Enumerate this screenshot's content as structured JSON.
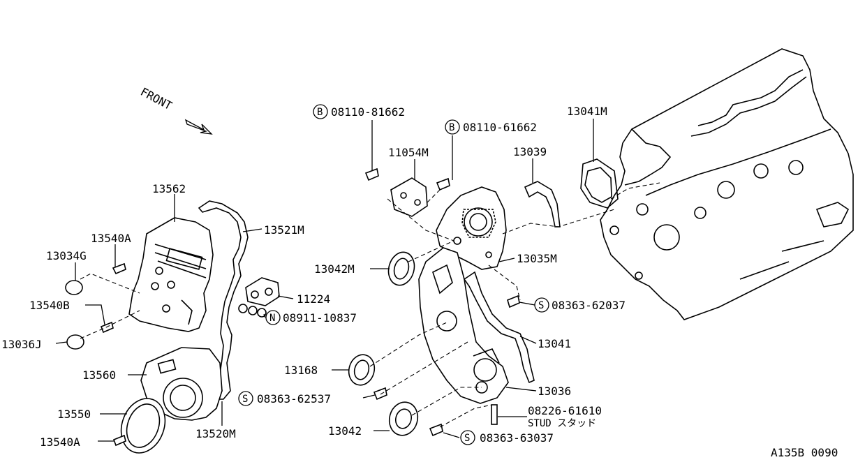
{
  "front_label": "FRONT",
  "diagram_code": "A135B 0090",
  "parts": {
    "p13562": "13562",
    "p13521M": "13521M",
    "p13540A_top": "13540A",
    "p13034G": "13034G",
    "p13540B": "13540B",
    "p13036J": "13036J",
    "p13560": "13560",
    "p13550": "13550",
    "p13540A_bot": "13540A",
    "p13520M": "13520M",
    "p11224": "11224",
    "p08911": "08911-10837",
    "p08110a": "08110-81662",
    "p08110b": "08110-61662",
    "p11054M": "11054M",
    "p13039": "13039",
    "p13041M": "13041M",
    "p13042M": "13042M",
    "p13035M": "13035M",
    "p08363a": "08363-62037",
    "p13041": "13041",
    "p13168": "13168",
    "p13036": "13036",
    "p08363b": "08363-62537",
    "p08226": "08226-61610",
    "p_stud": "STUD スタッド",
    "p13042": "13042",
    "p08363c": "08363-63037"
  },
  "prefixes": {
    "bolt_b": "B",
    "nut_n": "N",
    "screw_s": "S"
  }
}
